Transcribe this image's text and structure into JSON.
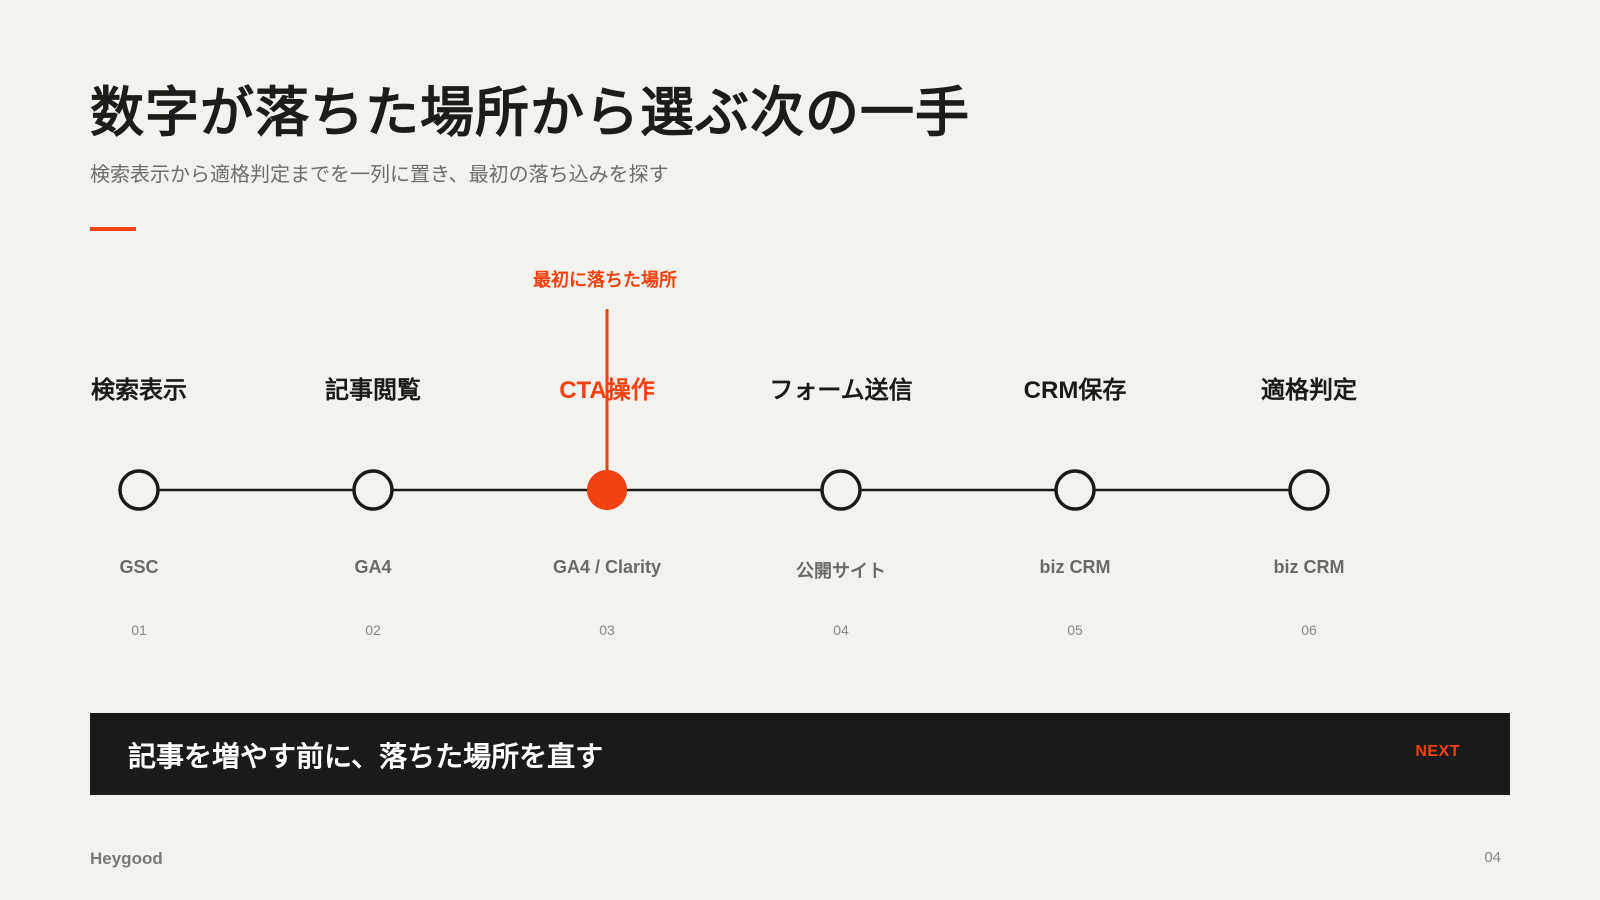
{
  "slide": {
    "title": "数字が落ちた場所から選ぶ次の一手",
    "subtitle": "検索表示から適格判定までを一列に置き、最初の落ち込みを探す"
  },
  "colors": {
    "accent": "#f2420f",
    "ink": "#1a1a18",
    "muted": "#6e6e6a",
    "background": "#f3f2ef",
    "banner": "#1a1a18"
  },
  "callout": {
    "label": "最初に落ちた場所",
    "target_step": 3
  },
  "steps": [
    {
      "label": "検索表示",
      "source": "GSC",
      "number": "01",
      "highlighted": false
    },
    {
      "label": "記事閲覧",
      "source": "GA4",
      "number": "02",
      "highlighted": false
    },
    {
      "label": "CTA操作",
      "source": "GA4 / Clarity",
      "number": "03",
      "highlighted": true
    },
    {
      "label": "フォーム送信",
      "source": "公開サイト",
      "number": "04",
      "highlighted": false
    },
    {
      "label": "CRM保存",
      "source": "biz CRM",
      "number": "05",
      "highlighted": false
    },
    {
      "label": "適格判定",
      "source": "biz CRM",
      "number": "06",
      "highlighted": false
    }
  ],
  "banner": {
    "text": "記事を増やす前に、落ちた場所を直す",
    "next_label": "NEXT"
  },
  "footer": {
    "brand": "Heygood",
    "page_number": "04"
  }
}
